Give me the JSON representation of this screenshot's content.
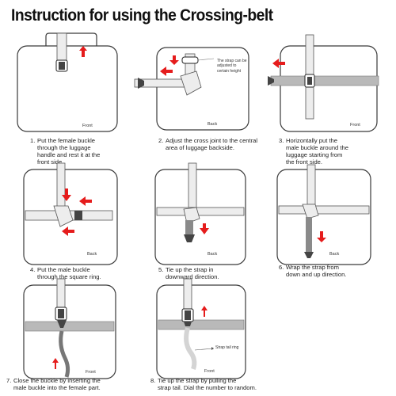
{
  "title": "Instruction for using the Crossing-belt",
  "colors": {
    "arrow": "#e51c1c",
    "strap": "#b9b9b9",
    "strap_dark": "#8a8a8a",
    "outline": "#3a3a3a"
  },
  "steps": [
    {
      "number": "1.",
      "lines": [
        "Put the female buckle",
        "through the luggage",
        "handle and rest it at the",
        "front side."
      ],
      "tag": "Front"
    },
    {
      "number": "2.",
      "lines": [
        "Adjust the cross joint to the central",
        "area of luggage backside."
      ],
      "tag": "Back",
      "note": [
        "The strap can be",
        "adjusted to",
        "certain height"
      ]
    },
    {
      "number": "3.",
      "lines": [
        "Horizontally put the",
        "male buckle around the",
        "luggage starting from",
        "the front side."
      ],
      "tag": "Front"
    },
    {
      "number": "4.",
      "lines": [
        "Put the male buckle",
        "through the square ring."
      ],
      "tag": "Back"
    },
    {
      "number": "5.",
      "lines": [
        "Tie up the strap in",
        "downward direction."
      ],
      "tag": "Back"
    },
    {
      "number": "6.",
      "lines": [
        "Wrap the strap from",
        "down and up direction."
      ],
      "tag": "Back"
    },
    {
      "number": "7.",
      "lines": [
        "Close the buckle by inserting the",
        "male buckle into the female part."
      ],
      "tag": "Front"
    },
    {
      "number": "8.",
      "lines": [
        "Tie up the strap by pulling the",
        "strap tail. Dial the number to random."
      ],
      "tag": "Front",
      "note": [
        "Strap tail ring"
      ]
    }
  ]
}
